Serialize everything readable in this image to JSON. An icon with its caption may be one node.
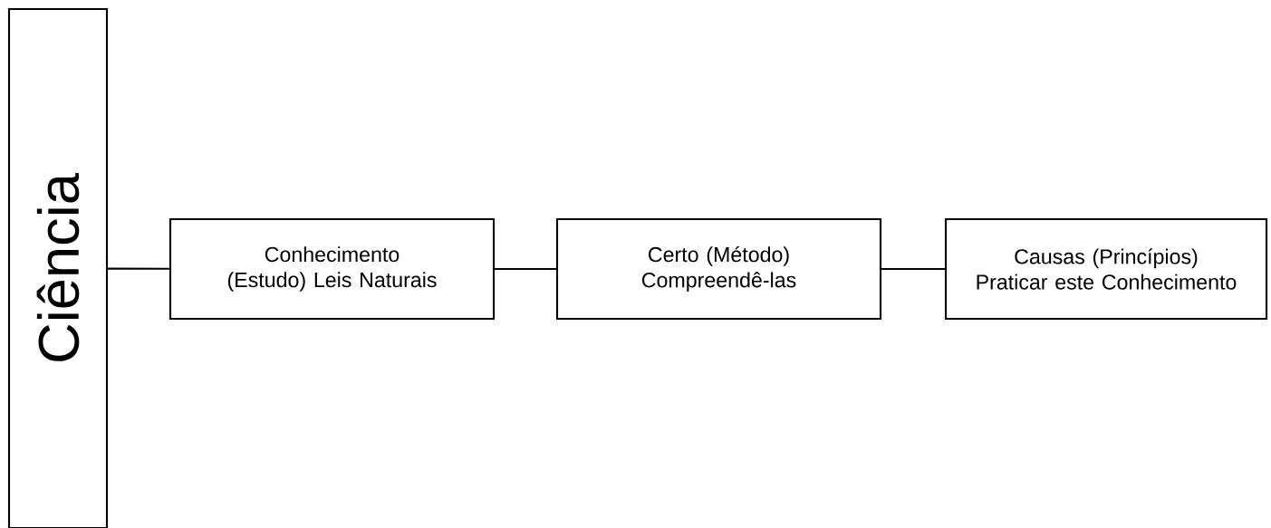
{
  "diagram": {
    "nodes": [
      {
        "text": [
          "Ciência"
        ]
      },
      {
        "text": [
          "Conhecimento (Estudo) Leis Naturais"
        ]
      },
      {
        "text": [
          "Certo (Método) Compreendê-las"
        ]
      },
      {
        "text": [
          "Causas (Princípios) Praticar este Conhecimento"
        ]
      }
    ],
    "edges": [
      {
        "from": 0,
        "to": 1,
        "arrow": "none"
      },
      {
        "from": 1,
        "to": 2,
        "arrow": "none"
      },
      {
        "from": 2,
        "to": 3,
        "arrow": "none"
      }
    ]
  }
}
